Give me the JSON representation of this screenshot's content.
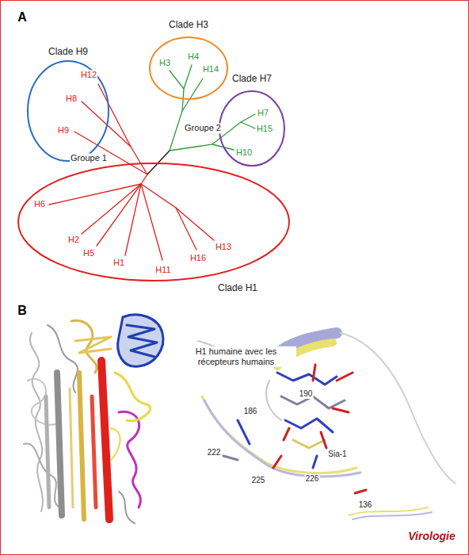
{
  "diagram": {
    "nodes": [
      {
        "text": [
          "Clade H9"
        ]
      },
      {
        "text": [
          "Clade H3"
        ]
      },
      {
        "text": [
          "Clade H7"
        ]
      },
      {
        "text": [
          "Clade H1"
        ]
      }
    ],
    "labels": [
      "A",
      "H12",
      "H8",
      "H9",
      "H3",
      "H4",
      "H14",
      "H7",
      "H15",
      "H10",
      "Groupe 2",
      "Groupe 1",
      "H6",
      "H2",
      "H5",
      "H1",
      "H11",
      "H16",
      "H13",
      "B",
      "H1 humaine avec les récepteurs humains",
      "190",
      "186",
      "222",
      "225",
      "226",
      "Sia-1",
      "136",
      "Virologie"
    ]
  }
}
